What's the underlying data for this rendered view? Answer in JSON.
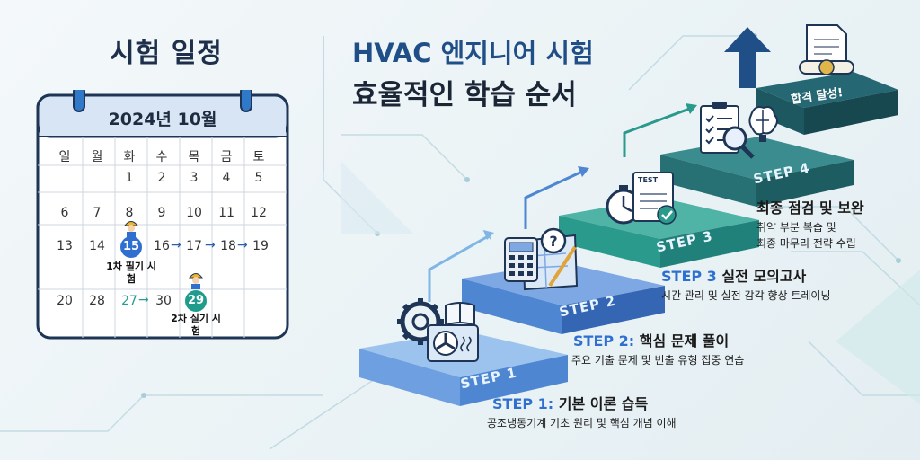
{
  "schedule": {
    "title": "시험 일정",
    "month": "2024년 10월",
    "weekdays": [
      "일",
      "월",
      "화",
      "수",
      "목",
      "금",
      "토"
    ],
    "week1": [
      "",
      "",
      "1",
      "2",
      "3",
      "4",
      "5"
    ],
    "week2": [
      "6",
      "7",
      "8",
      "9",
      "10",
      "11",
      "12"
    ],
    "week3": [
      "13",
      "14",
      "15",
      "16",
      "17",
      "18",
      "19"
    ],
    "week4": [
      "20",
      "28",
      "27",
      "30",
      "29",
      "",
      ""
    ],
    "written_exam_note": "1차 필기 시험",
    "practical_exam_note": "2차 실기 시험",
    "arrow": "→"
  },
  "main": {
    "title_line1": "HVAC 엔지니어 시험",
    "title_line2": "효율적인 학습 순서"
  },
  "steps": [
    {
      "stair": "STEP 1",
      "prefix": "STEP 1:",
      "label": "기본 이론 습득",
      "desc": "공조냉동기계 기초 원리 및 핵심 개념 이해"
    },
    {
      "stair": "STEP 2",
      "prefix": "STEP 2:",
      "label": "핵심 문제 풀이",
      "desc": "주요 기출 문제 및 빈출 유형 집중 연습"
    },
    {
      "stair": "STEP 3",
      "prefix": "STEP 3",
      "label": "실전 모의고사",
      "desc": "시간 관리 및 실전 감각 향상 트레이닝"
    },
    {
      "stair": "STEP 4",
      "label": "최종 점검 및 보완",
      "desc_line1": "취약 부분 복습 및",
      "desc_line2": "최종 마무리 전략 수립"
    }
  ],
  "goal": "합격 달성!",
  "test_paper_label": "TEST",
  "colors": {
    "step1": "#5b8fd6",
    "step2": "#3f74c4",
    "step3": "#2a9a8c",
    "step4": "#1f6f73",
    "top": "#1d5c66",
    "navy": "#1f4f86"
  },
  "icons": [
    "gear-icon",
    "book-icon",
    "fan-icon",
    "calculator-icon",
    "blueprint-icon",
    "question-icon",
    "stopwatch-icon",
    "test-paper-icon",
    "checklist-icon",
    "magnifier-icon",
    "brain-icon",
    "diploma-icon",
    "up-arrow-icon",
    "worker-icon"
  ]
}
